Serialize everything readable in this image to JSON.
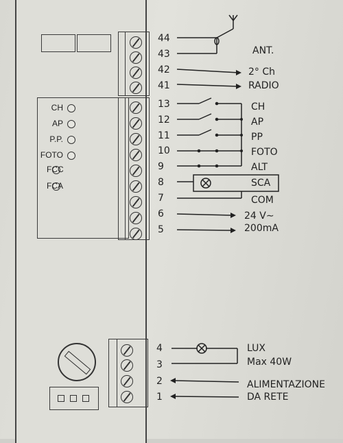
{
  "leds": [
    {
      "label": "CH"
    },
    {
      "label": "AP"
    },
    {
      "label": "P.P."
    },
    {
      "label": "FOTO"
    },
    {
      "label": "FCC"
    },
    {
      "label": "FCA"
    }
  ],
  "terminals_top": [
    "44",
    "43",
    "42",
    "41",
    "13",
    "12",
    "11",
    "10",
    "9",
    "8",
    "7",
    "6",
    "5"
  ],
  "terminals_bottom": [
    "4",
    "3",
    "2",
    "1"
  ],
  "outputs": {
    "ant": "ANT.",
    "ch2": "2° Ch",
    "radio": "RADIO",
    "ch": "CH",
    "ap": "AP",
    "pp": "PP",
    "foto": "FOTO",
    "alt": "ALT",
    "sca": "SCA",
    "com": "COM",
    "v24": "24 V∼",
    "ma200": "200mA",
    "lux": "LUX",
    "max40": "Max 40W",
    "alim1": "ALIMENTAZIONE",
    "alim2": "DA RETE"
  }
}
